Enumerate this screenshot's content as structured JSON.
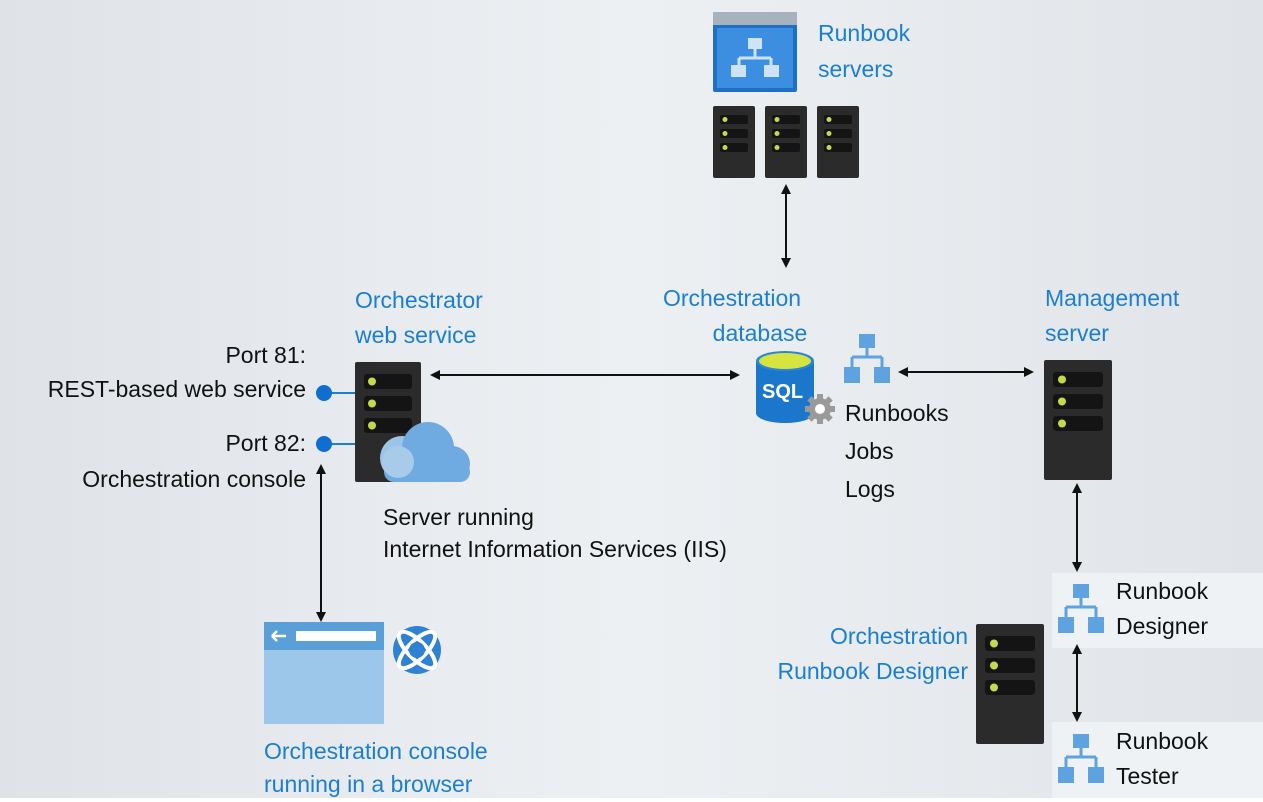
{
  "runbook_servers": {
    "line1": "Runbook",
    "line2": "servers"
  },
  "web_service": {
    "line1": "Orchestrator",
    "line2": "web service",
    "server_line1": "Server running",
    "server_line2": "Internet Information Services (IIS)"
  },
  "ports": {
    "p81_line1": "Port 81:",
    "p81_line2": "REST-based web service",
    "p82_line1": "Port 82:",
    "p82_line2": "Orchestration console"
  },
  "database": {
    "line1": "Orchestration",
    "line2": "database",
    "sql_text": "SQL",
    "contents": [
      "Runbooks",
      "Jobs",
      "Logs"
    ]
  },
  "management": {
    "line1": "Management",
    "line2": "server"
  },
  "console": {
    "line1": "Orchestration console",
    "line2": "running in a browser"
  },
  "designer": {
    "line1": "Orchestration",
    "line2": "Runbook Designer",
    "tool1_line1": "Runbook",
    "tool1_line2": "Designer",
    "tool2_line1": "Runbook",
    "tool2_line2": "Tester"
  },
  "colors": {
    "accent_blue": "#1b7fd0",
    "icon_blue": "#5ea3e0",
    "server_body": "#2b2b2b",
    "led_green": "#c6d94a",
    "panel_bg": "#eef2f5"
  }
}
